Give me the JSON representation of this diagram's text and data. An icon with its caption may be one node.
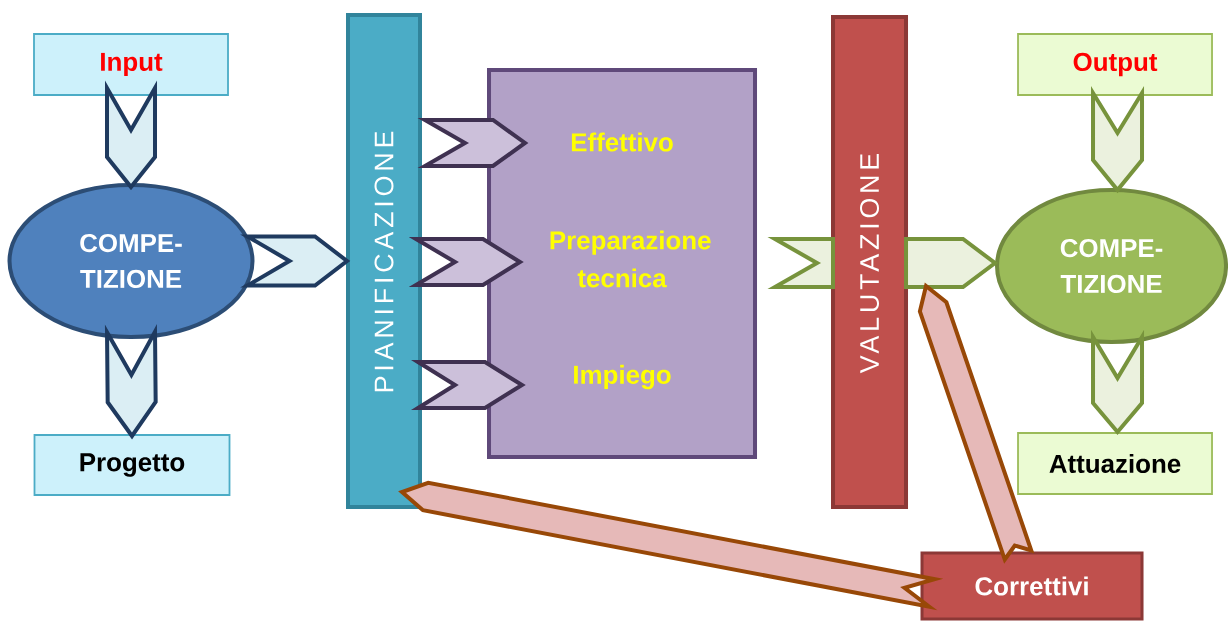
{
  "diagram": {
    "nodes": [
      {
        "text": [
          "Input"
        ]
      },
      {
        "text": [
          "COMPE- TIZIONE"
        ]
      },
      {
        "text": [
          "Progetto"
        ]
      },
      {
        "text": [
          "PIANIFICAZIONE"
        ]
      },
      {
        "text": [
          "Effettivo",
          "Preparazione tecnica",
          "Impiego"
        ]
      },
      {
        "text": [
          "VALUTAZIONE"
        ]
      },
      {
        "text": [
          "Output"
        ]
      },
      {
        "text": [
          "COMPE- TIZIONE"
        ]
      },
      {
        "text": [
          "Attuazione"
        ]
      },
      {
        "text": [
          "Correttivi"
        ]
      }
    ],
    "edges": [
      {
        "from": 0,
        "to": 1,
        "arrow": "to",
        "color": "#1f3a5f"
      },
      {
        "from": 1,
        "to": 2,
        "arrow": "to",
        "color": "#1f3a5f"
      },
      {
        "from": 1,
        "to": 3,
        "arrow": "to",
        "color": "#1f3a5f"
      },
      {
        "from": 3,
        "to": 4,
        "arrow": "to",
        "color": "#3f3151"
      },
      {
        "from": 3,
        "to": 4,
        "arrow": "to",
        "color": "#3f3151"
      },
      {
        "from": 3,
        "to": 4,
        "arrow": "to",
        "color": "#3f3151"
      },
      {
        "from": 4,
        "to": 5,
        "arrow": "none",
        "color": "#77933c"
      },
      {
        "from": 5,
        "to": 7,
        "arrow": "to",
        "color": "#77933c"
      },
      {
        "from": 6,
        "to": 7,
        "arrow": "to",
        "color": "#77933c"
      },
      {
        "from": 7,
        "to": 8,
        "arrow": "to",
        "color": "#77933c"
      },
      {
        "from": 9,
        "to": 5,
        "arrow": "to",
        "color": "#984807"
      },
      {
        "from": 9,
        "to": 3,
        "arrow": "to",
        "color": "#984807"
      }
    ]
  }
}
